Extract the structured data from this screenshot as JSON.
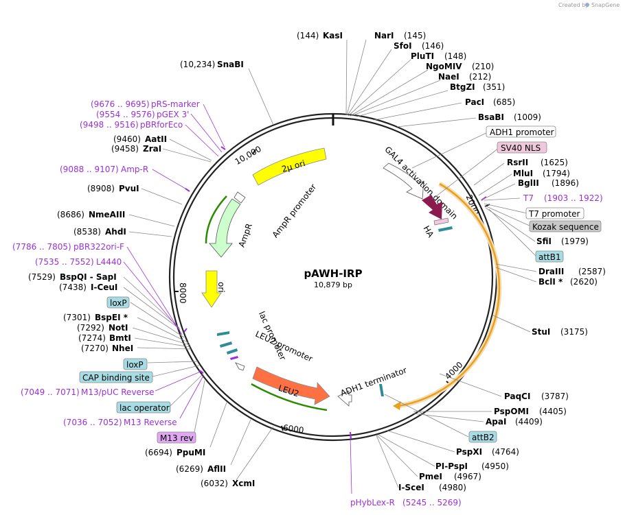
{
  "credit": {
    "prefix": "Created by",
    "brand": "SnapGene"
  },
  "plasmid": {
    "name": "pAWH-IRP",
    "length": "10,879 bp"
  },
  "ticks": [
    "10,000",
    "2000",
    "4000",
    "6000",
    "8000"
  ],
  "features": {
    "two_mu_ori": "2μ ori",
    "ampr_promoter": "AmpR promoter",
    "ampr": "AmpR",
    "ori": "ori",
    "lac_promoter": "lac promoter",
    "leu2_promoter": "LEU2 promoter",
    "leu2": "LEU2",
    "adh1_terminator": "ADH1 terminator",
    "gal4_ad": "GAL4 activation domain",
    "ha": "HA"
  },
  "boxes": {
    "adh1_promoter": "ADH1 promoter",
    "sv40_nls": "SV40 NLS",
    "t7_promoter": "T7 promoter",
    "kozak": "Kozak sequence",
    "attb1": "attB1",
    "attb2": "attB2",
    "m13_rev": "M13 rev",
    "lac_operator": "lac operator",
    "cap_binding": "CAP binding site",
    "loxp_1": "loxP",
    "loxp_2": "loxP"
  },
  "enzymes": {
    "kasi": {
      "name": "KasI",
      "pos": "(144)"
    },
    "nari": {
      "name": "NarI",
      "pos": "(145)"
    },
    "sfoi": {
      "name": "SfoI",
      "pos": "(146)"
    },
    "pluti": {
      "name": "PluTI",
      "pos": "(148)"
    },
    "ngomiv": {
      "name": "NgoMIV",
      "pos": "(210)"
    },
    "naei": {
      "name": "NaeI",
      "pos": "(212)"
    },
    "btgzi": {
      "name": "BtgZI",
      "pos": "(351)"
    },
    "paci": {
      "name": "PacI",
      "pos": "(685)"
    },
    "bsabi": {
      "name": "BsaBI",
      "pos": "(1009)"
    },
    "rsrii": {
      "name": "RsrII",
      "pos": "(1625)"
    },
    "mlui": {
      "name": "MluI",
      "pos": "(1794)"
    },
    "bglii": {
      "name": "BglII",
      "pos": "(1896)"
    },
    "sfii": {
      "name": "SfiI",
      "pos": "(1979)"
    },
    "draiii": {
      "name": "DraIII",
      "pos": "(2587)"
    },
    "bcli": {
      "name": "BclI *",
      "pos": "(2620)"
    },
    "stui": {
      "name": "StuI",
      "pos": "(3175)"
    },
    "paqci": {
      "name": "PaqCI",
      "pos": "(3787)"
    },
    "pspomi": {
      "name": "PspOMI",
      "pos": "(4405)"
    },
    "apai": {
      "name": "ApaI",
      "pos": "(4409)"
    },
    "pspxi": {
      "name": "PspXI",
      "pos": "(4764)"
    },
    "pi_pspi": {
      "name": "PI-PspI",
      "pos": "(4950)"
    },
    "pmei": {
      "name": "PmeI",
      "pos": "(4967)"
    },
    "i_scei": {
      "name": "I-SceI",
      "pos": "(4980)"
    },
    "xcmi": {
      "name": "XcmI",
      "pos": "(6032)"
    },
    "aflii": {
      "name": "AflII",
      "pos": "(6269)"
    },
    "ppumi": {
      "name": "PpuMI",
      "pos": "(6694)"
    },
    "nhei": {
      "name": "NheI",
      "pos": "(7270)"
    },
    "bmti": {
      "name": "BmtI",
      "pos": "(7274)"
    },
    "noti": {
      "name": "NotI",
      "pos": "(7292)"
    },
    "bspei": {
      "name": "BspEI *",
      "pos": "(7301)"
    },
    "i_ceui": {
      "name": "I-CeuI",
      "pos": "(7438)"
    },
    "bspqi": {
      "name": "BspQI  - SapI",
      "pos": "(7529)"
    },
    "ahdi": {
      "name": "AhdI",
      "pos": "(8538)"
    },
    "nmeaiii": {
      "name": "NmeAIII",
      "pos": "(8686)"
    },
    "pvui": {
      "name": "PvuI",
      "pos": "(8908)"
    },
    "zrai": {
      "name": "ZraI",
      "pos": "(9458)"
    },
    "aatii": {
      "name": "AatII",
      "pos": "(9460)"
    },
    "snabi": {
      "name": "SnaBI",
      "pos": "(10,234)"
    }
  },
  "primers": {
    "t7": {
      "name": "T7",
      "pos": "(1903 .. 1922)"
    },
    "phyblex": {
      "name": "pHybLex-R",
      "pos": "(5245 .. 5269)"
    },
    "m13_reverse": {
      "name": "M13 Reverse",
      "pos": "(7036 .. 7052)"
    },
    "m13_puc": {
      "name": "M13/pUC Reverse",
      "pos": "(7049 .. 7071)"
    },
    "l4440": {
      "name": "L4440",
      "pos": "(7535 .. 7552)"
    },
    "pbr322": {
      "name": "pBR322ori-F",
      "pos": "(7786 .. 7805)"
    },
    "amp_r": {
      "name": "Amp-R",
      "pos": "(9088 .. 9107)"
    },
    "pbrforeco": {
      "name": "pBRforEco",
      "pos": "(9498 .. 9516)"
    },
    "pgex3": {
      "name": "pGEX 3'",
      "pos": "(9554 .. 9576)"
    },
    "prs_marker": {
      "name": "pRS-marker",
      "pos": "(9676 .. 9695)"
    }
  },
  "colors": {
    "primer": "#9b30d9",
    "two_mu_ori": "#ffff00",
    "ampr": "#ccffcc",
    "leu2": "#ff7043",
    "gal4_ad": "#e8a020",
    "sv40_nls": "#8b1a4f",
    "attb": "#a8dce4",
    "kozak": "#c8c8c8"
  }
}
